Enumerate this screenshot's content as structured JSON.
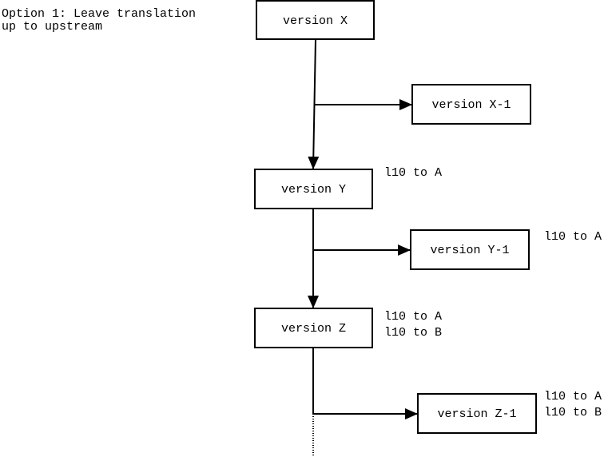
{
  "caption": {
    "line1": "Option 1: Leave translation",
    "line2": "up to upstream"
  },
  "boxes": {
    "version_x": "version X",
    "version_x_1": "version X-1",
    "version_y": "version Y",
    "version_y_1": "version Y-1",
    "version_z": "version Z",
    "version_z_1": "version Z-1"
  },
  "notes": {
    "y": [
      "l10 to A"
    ],
    "y_1": [
      "l10 to A"
    ],
    "z": [
      "l10 to A",
      "l10 to B"
    ],
    "z_1": [
      "l10 to A",
      "l10 to B"
    ]
  }
}
